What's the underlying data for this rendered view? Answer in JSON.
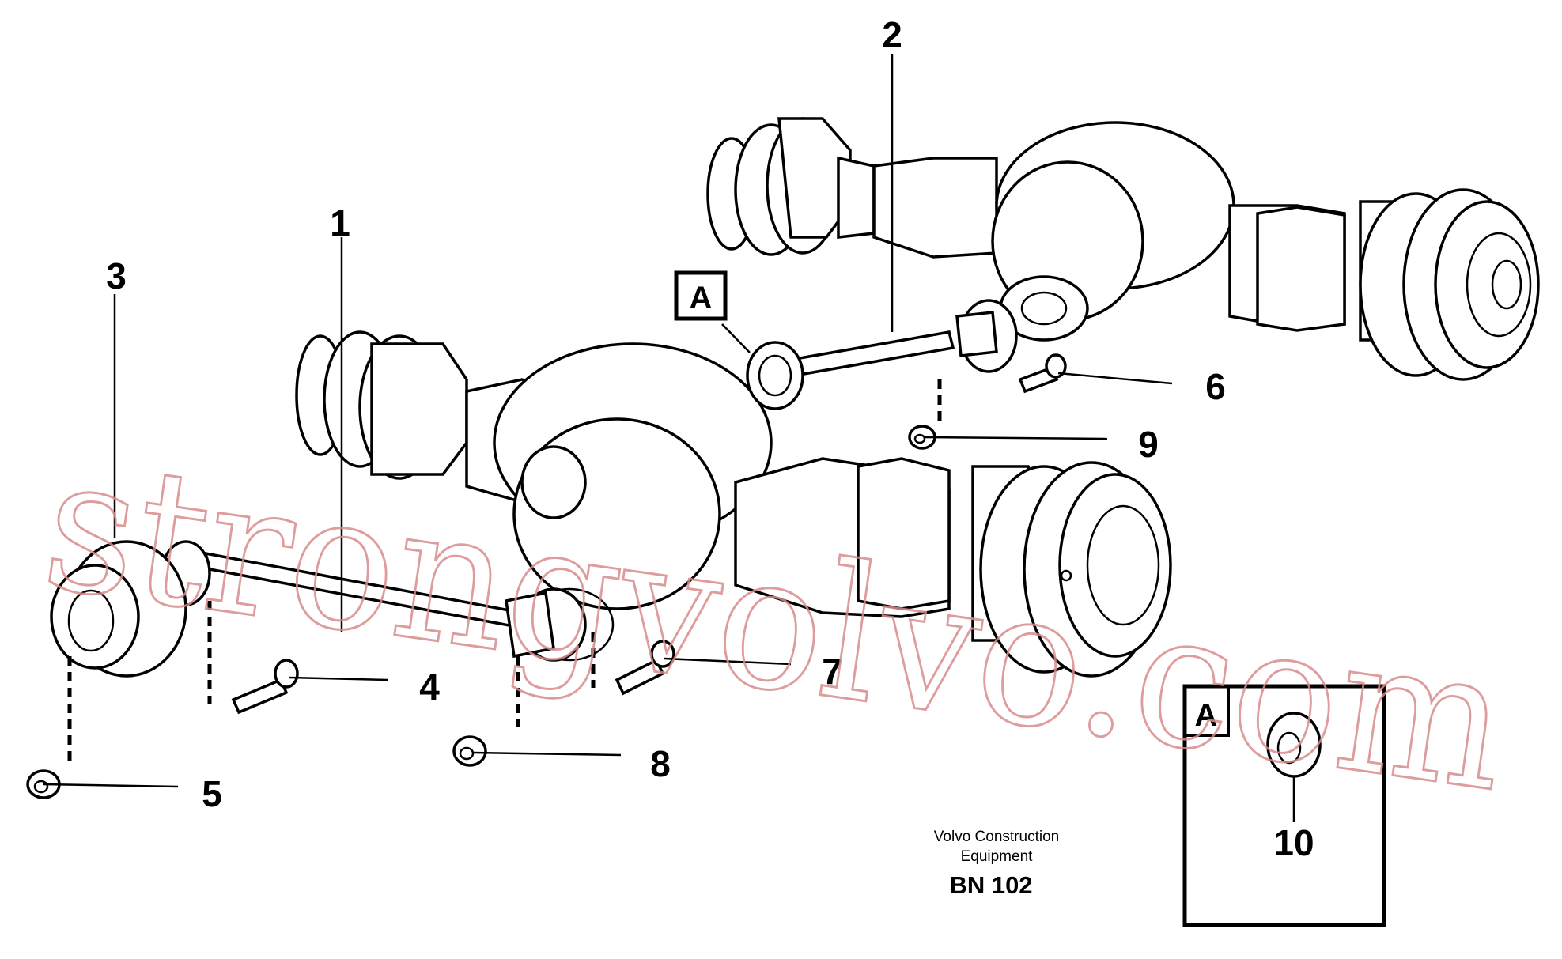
{
  "diagram": {
    "callouts": [
      {
        "id": "1",
        "label": "1"
      },
      {
        "id": "2",
        "label": "2"
      },
      {
        "id": "3",
        "label": "3"
      },
      {
        "id": "4",
        "label": "4"
      },
      {
        "id": "5",
        "label": "5"
      },
      {
        "id": "6",
        "label": "6"
      },
      {
        "id": "7",
        "label": "7"
      },
      {
        "id": "8",
        "label": "8"
      },
      {
        "id": "9",
        "label": "9"
      },
      {
        "id": "10",
        "label": "10"
      }
    ],
    "detail_marker": "A",
    "detail_box_label": "A",
    "caption": {
      "line1": "Volvo Construction",
      "line2": "Equipment",
      "code": "BN 102"
    },
    "watermark": "strongvolvo.com"
  }
}
